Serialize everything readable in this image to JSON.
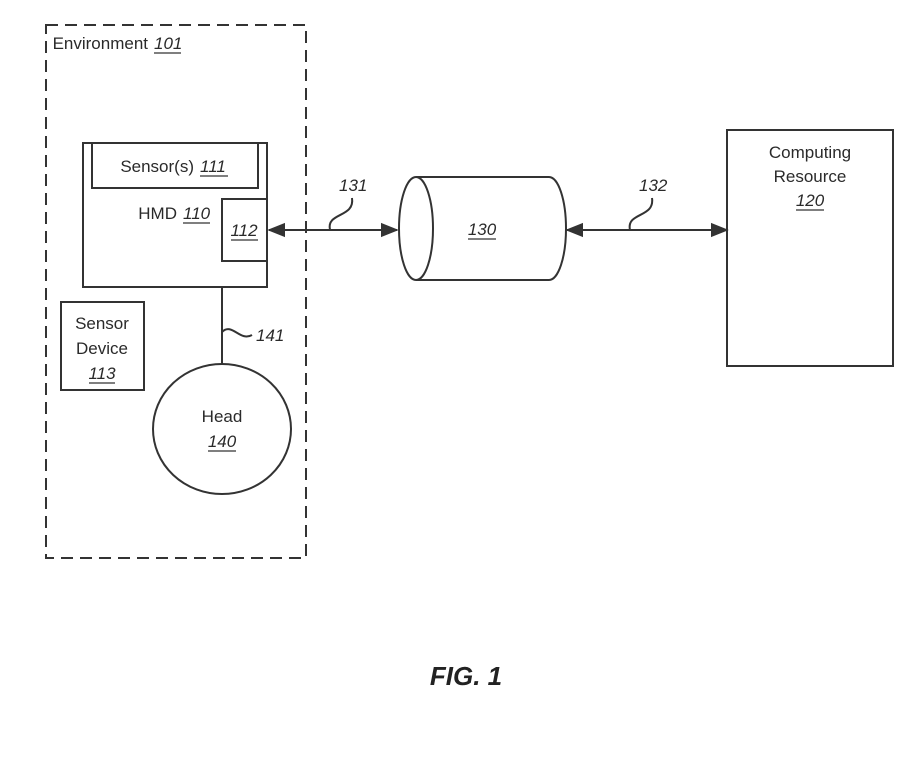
{
  "figure": {
    "caption": "FIG. 1"
  },
  "environment": {
    "label": "Environment",
    "ref": "101"
  },
  "hmd": {
    "label": "HMD",
    "ref": "110",
    "sensors": {
      "label": "Sensor(s)",
      "ref": "111"
    },
    "interface": {
      "ref": "112"
    }
  },
  "sensor_device": {
    "lines": [
      "Sensor",
      "Device"
    ],
    "ref": "113"
  },
  "head": {
    "label": "Head",
    "ref": "140"
  },
  "head_link": {
    "ref": "141"
  },
  "network": {
    "ref": "130"
  },
  "link_hmd_network": {
    "ref": "131"
  },
  "link_network_resource": {
    "ref": "132"
  },
  "computing_resource": {
    "lines": [
      "Computing",
      "Resource"
    ],
    "ref": "120"
  },
  "colors": {
    "line": "#333333",
    "text": "#2a2a2a",
    "background": "#ffffff"
  }
}
